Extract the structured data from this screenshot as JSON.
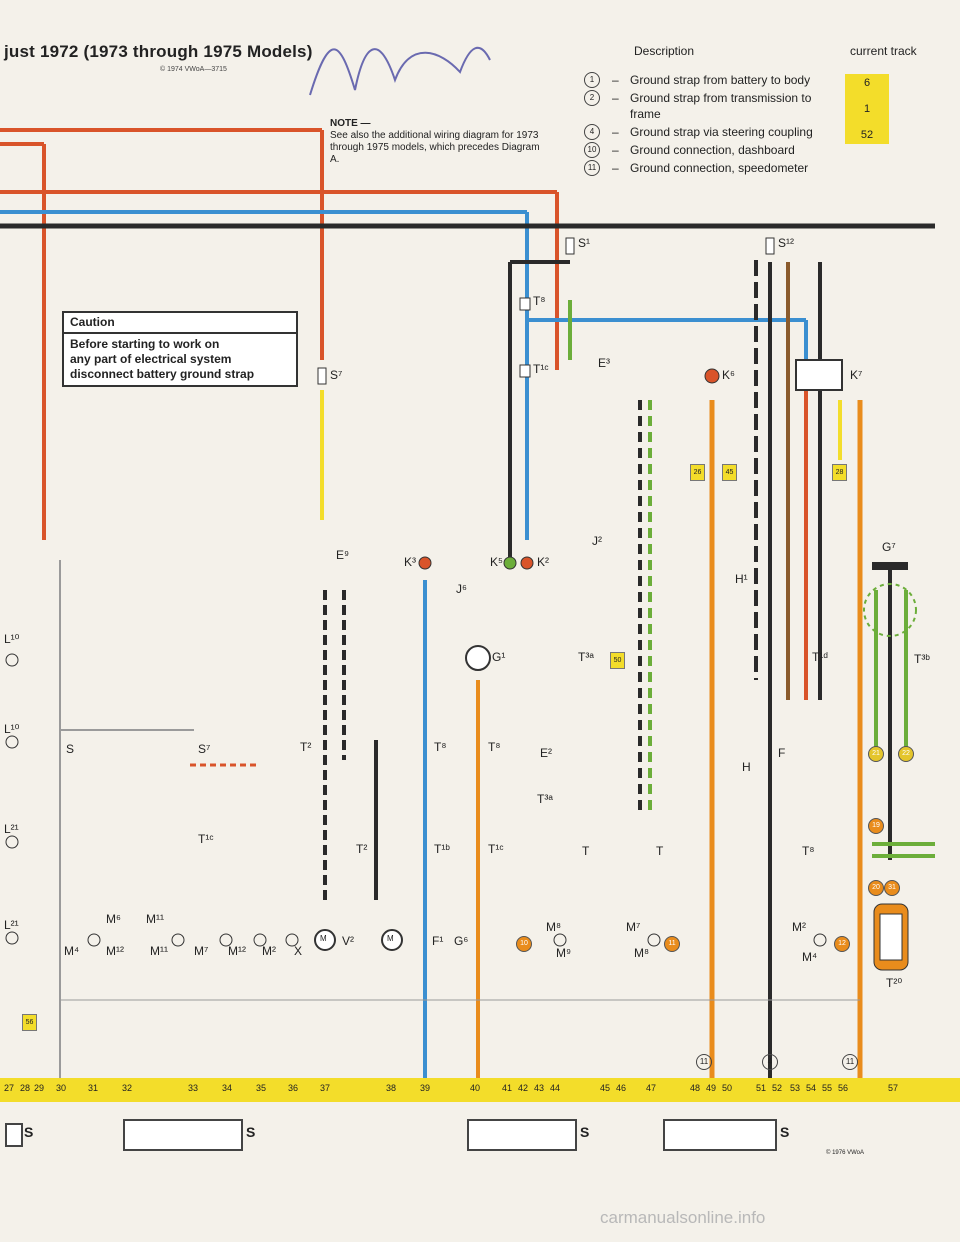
{
  "header": {
    "title": "just 1972 (1973 through 1975 Models)",
    "subtitle": "© 1974 VWoA—3715"
  },
  "note": {
    "heading": "NOTE —",
    "text": "See also the additional wiring diagram for 1973 through 1975 models, which precedes Diagram A."
  },
  "legend": {
    "description_heading": "Description",
    "track_heading": "current track",
    "items": [
      {
        "symbol": "1",
        "text": "Ground strap from battery to body",
        "track": "6"
      },
      {
        "symbol": "2",
        "text": "Ground strap from transmission to frame",
        "track": "1"
      },
      {
        "symbol": "4",
        "text": "Ground strap via steering coupling",
        "track": "52"
      },
      {
        "symbol": "10",
        "text": "Ground connection, dashboard",
        "track": ""
      },
      {
        "symbol": "11",
        "text": "Ground connection, speedometer",
        "track": ""
      }
    ]
  },
  "caution": {
    "heading": "Caution",
    "line1": "Before starting to work on",
    "line2": "any part of electrical system",
    "line3": "disconnect battery ground strap"
  },
  "components": {
    "s1": "S¹",
    "s12": "S¹²",
    "t8": "T⁸",
    "t1c": "T¹ᶜ",
    "e3": "E³",
    "k6": "K⁶",
    "k7": "K⁷",
    "s7": "S⁷",
    "e9": "E⁹",
    "k3": "K³",
    "j6": "J⁶",
    "k5": "K⁵",
    "k2": "K²",
    "j2": "J²",
    "g1": "G¹",
    "h1": "H¹",
    "g7": "G⁷",
    "t3b": "T³ᵇ",
    "t1d": "T¹ᵈ",
    "t2": "T²",
    "t1b": "T¹ᵇ",
    "e2": "E²",
    "t3a": "T³ᵃ",
    "t": "T",
    "f": "F",
    "h": "H",
    "m6": "M⁶",
    "m11": "M¹¹",
    "m4": "M⁴",
    "m12": "M¹²",
    "m7": "M⁷",
    "m2": "M²",
    "x": "X",
    "v2": "V²",
    "f1": "F¹",
    "g6": "G⁶",
    "m8": "M⁸",
    "m9": "M⁹",
    "t20": "T²⁰",
    "l10": "L¹⁰",
    "l21": "L²¹",
    "s": "S",
    "m": "M"
  },
  "badges": [
    "26",
    "45",
    "28",
    "50",
    "21",
    "22",
    "19",
    "20",
    "31",
    "10",
    "11",
    "12",
    "56"
  ],
  "ground_points": [
    "11",
    "4",
    "11"
  ],
  "track_numbers": [
    "27",
    "28",
    "29",
    "30",
    "31",
    "32",
    "33",
    "34",
    "35",
    "36",
    "37",
    "38",
    "39",
    "40",
    "41",
    "42",
    "43",
    "44",
    "45",
    "46",
    "47",
    "48",
    "49",
    "50",
    "51",
    "52",
    "53",
    "54",
    "55",
    "56",
    "57"
  ],
  "connectors": {
    "label": "S"
  },
  "footer": {
    "copyright": "© 1976 VWoA",
    "watermark": "carmanualsonline.info"
  },
  "colors": {
    "red": "#d9542a",
    "blue": "#3b8fd0",
    "yellow": "#f3dd2a",
    "green": "#6cae3a",
    "black": "#2a2a2a",
    "brown": "#8a5a2b",
    "orange": "#e98c1c",
    "grey": "#9a9a9a"
  }
}
